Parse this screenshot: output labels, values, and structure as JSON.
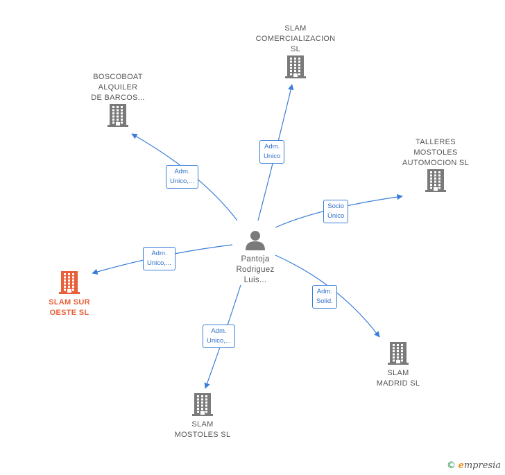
{
  "person": {
    "name": "Pantoja\nRodriguez\nLuis...",
    "icon": "person-icon",
    "color": "#7a7a7a"
  },
  "companies": [
    {
      "id": "slam-comercializacion",
      "label": "SLAM\nCOMERCIALIZACION\nSL",
      "icon": "building-icon",
      "color": "#7a7a7a"
    },
    {
      "id": "boscoboat",
      "label": "BOSCOBOAT\nALQUILER\nDE BARCOS...",
      "icon": "building-icon",
      "color": "#7a7a7a"
    },
    {
      "id": "talleres-mostoles",
      "label": "TALLERES\nMOSTOLES\nAUTOMOCION SL",
      "icon": "building-icon",
      "color": "#7a7a7a"
    },
    {
      "id": "slam-sur-oeste",
      "label": "SLAM SUR\nOESTE  SL",
      "icon": "building-icon",
      "color": "#e85f3a",
      "highlight": true
    },
    {
      "id": "slam-madrid",
      "label": "SLAM\nMADRID  SL",
      "icon": "building-icon",
      "color": "#7a7a7a"
    },
    {
      "id": "slam-mostoles",
      "label": "SLAM\nMOSTOLES SL",
      "icon": "building-icon",
      "color": "#7a7a7a"
    }
  ],
  "relations": [
    {
      "to": "slam-comercializacion",
      "label": "Adm.\nUnico"
    },
    {
      "to": "boscoboat",
      "label": "Adm.\nUnico,..."
    },
    {
      "to": "talleres-mostoles",
      "label": "Socio\nÚnico"
    },
    {
      "to": "slam-sur-oeste",
      "label": "Adm.\nUnico,..."
    },
    {
      "to": "slam-madrid",
      "label": "Adm.\nSolid."
    },
    {
      "to": "slam-mostoles",
      "label": "Adm.\nUnico,..."
    }
  ],
  "edge_color": "#3a7dd8",
  "footer": {
    "copyright": "©",
    "brand_initial": "e",
    "brand_rest": "mpresia"
  }
}
